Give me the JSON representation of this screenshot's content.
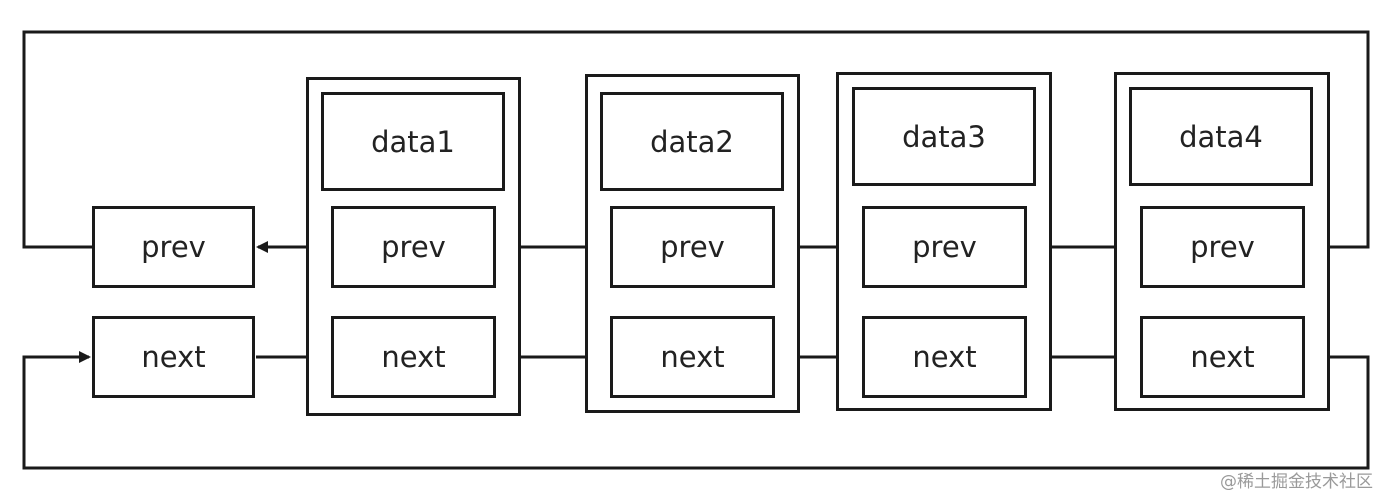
{
  "head": {
    "prev": "prev",
    "next": "next"
  },
  "nodes": [
    {
      "data": "data1",
      "prev": "prev",
      "next": "next"
    },
    {
      "data": "data2",
      "prev": "prev",
      "next": "next"
    },
    {
      "data": "data3",
      "prev": "prev",
      "next": "next"
    },
    {
      "data": "data4",
      "prev": "prev",
      "next": "next"
    }
  ],
  "watermark": "@稀土掘金技术社区"
}
